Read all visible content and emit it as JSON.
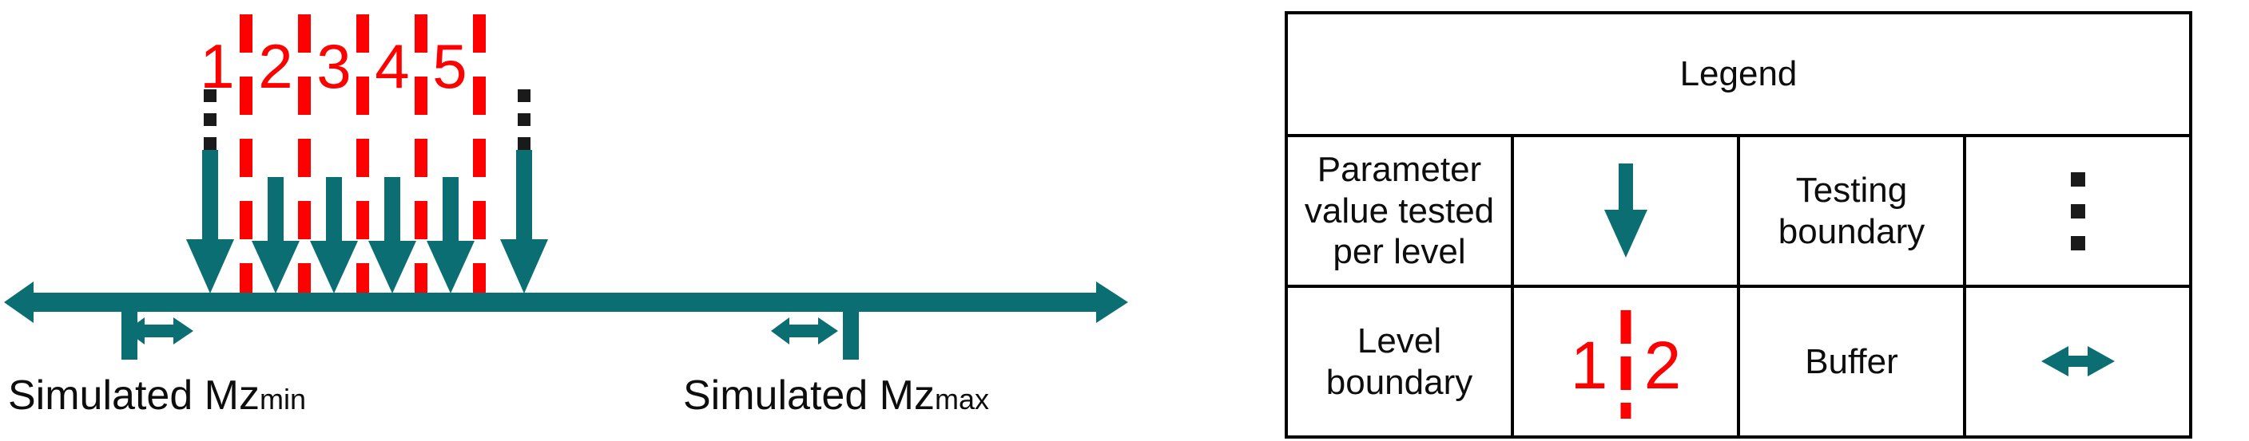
{
  "diagram": {
    "axis": {
      "left_label": "Simulated Mz",
      "left_label_sub": "min",
      "right_label": "Simulated Mz",
      "right_label_sub": "max",
      "line_color": "#0b6e73",
      "direction": "double-headed-horizontal-axis"
    },
    "levels": [
      {
        "label": "1"
      },
      {
        "label": "2"
      },
      {
        "label": "3"
      },
      {
        "label": "4"
      },
      {
        "label": "5"
      }
    ],
    "level_boundary_color": "#ff0000",
    "testing_boundary_color": "#1a1a1a",
    "tested_value_arrow_color": "#0b6e73",
    "tested_value_arrow_count": 6,
    "buffer_count": 2
  },
  "legend": {
    "title": "Legend",
    "rows": [
      {
        "label_a": "Parameter value tested per level",
        "symbol_a": "down-arrow-icon",
        "label_b": "Testing boundary",
        "symbol_b": "vertical-dotted-line-icon"
      },
      {
        "label_a": "Level boundary",
        "symbol_a_left_number": "1",
        "symbol_a_right_number": "2",
        "symbol_a": "red-dashed-line-icon",
        "label_b": "Buffer",
        "symbol_b": "double-headed-arrow-icon"
      }
    ],
    "colors": {
      "teal": "#0b6e73",
      "red": "#ff0000",
      "border": "#000000"
    }
  }
}
